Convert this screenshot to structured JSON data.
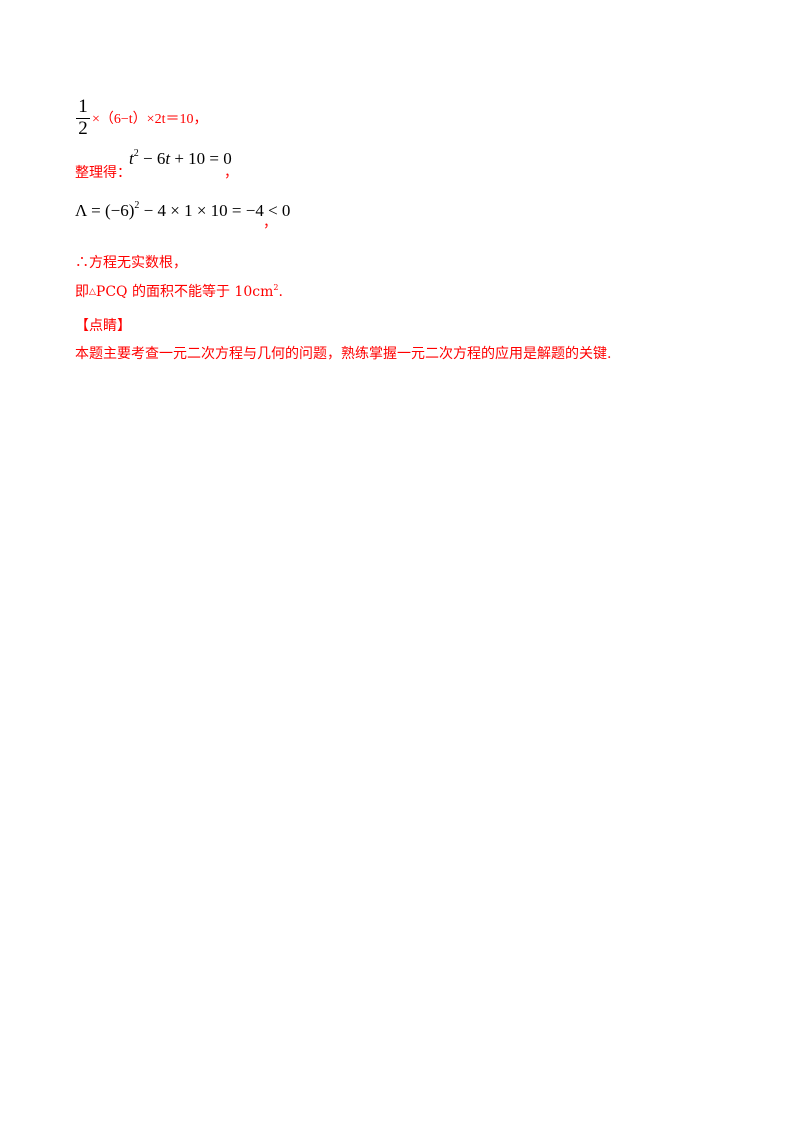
{
  "line1": {
    "numerator": "1",
    "denominator": "2",
    "expression": "×（6−t）×2t＝10，"
  },
  "line2": {
    "lead": "整理得：",
    "t": "t",
    "exp": "2",
    "rest": " − 6",
    "t2": "t",
    "rest2": " + 10 = 0",
    "trail": "，"
  },
  "line3": {
    "equation": "Λ = (−6)",
    "exp": "2",
    "equation_rest": " − 4 × 1 × 10 = −4 < 0",
    "trail": "，"
  },
  "line4": "∴方程无实数根，",
  "line5": {
    "pre": "即",
    "tri": "△",
    "mid": "PCQ 的面积不能等于 10cm",
    "exp": "2",
    "end": "."
  },
  "line6": "【点睛】",
  "line7": "本题主要考查一元二次方程与几何的问题，熟练掌握一元二次方程的应用是解题的关键."
}
